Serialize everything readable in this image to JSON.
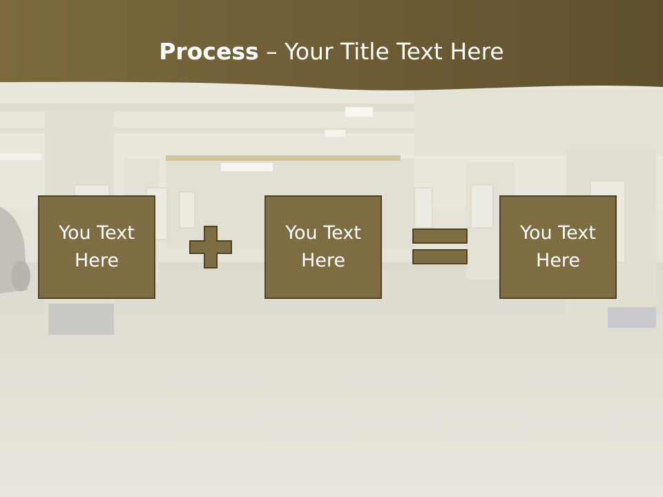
{
  "slide": {
    "title_bold": "Process",
    "title_rest": " – Your Title Text Here"
  },
  "process": {
    "boxes": [
      {
        "text": "You Text Here"
      },
      {
        "text": "You Text Here"
      },
      {
        "text": "You Text Here"
      }
    ],
    "operators": [
      "plus-icon",
      "equals-icon"
    ]
  },
  "colors": {
    "header": "#6d5c35",
    "box_fill": "#7e6d43",
    "box_border": "#4f4124",
    "background": "#e6e3d8"
  }
}
